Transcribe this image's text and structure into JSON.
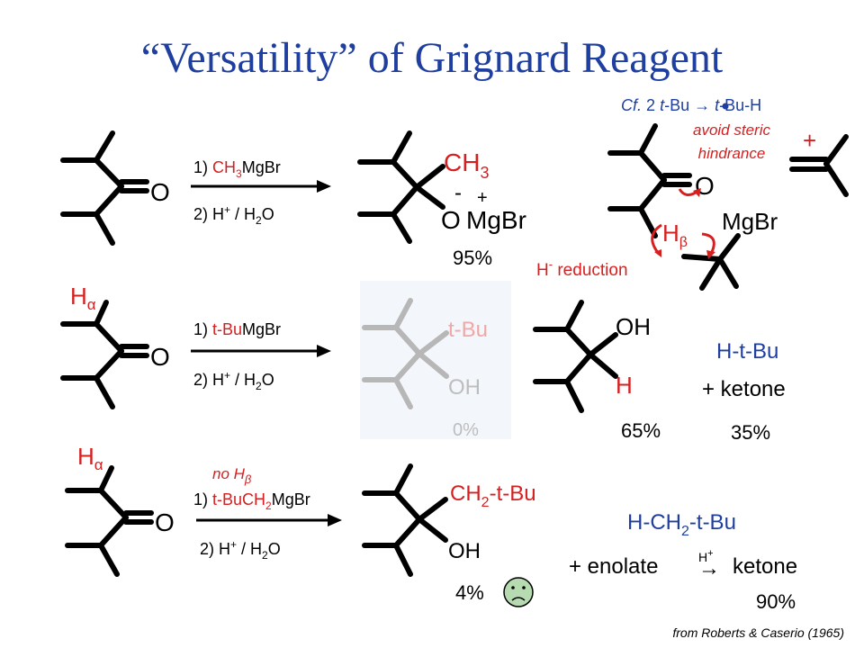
{
  "title": "“Versatility” of Grignard Reagent",
  "row1": {
    "reagent_prefix": "1) ",
    "reagent_ch": "CH",
    "reagent_sub": "3",
    "reagent_suffix": "MgBr",
    "step2_prefix": "2) H",
    "step2_sup": "+",
    "step2_mid": " / H",
    "step2_sub": "2",
    "step2_suffix": "O",
    "ketone_o": "O",
    "product_ch": "CH",
    "product_sub": "3",
    "product_minus": "-",
    "product_plus": "+",
    "product_o": "O",
    "product_mgbr": "MgBr",
    "yield": "95%"
  },
  "mechanism": {
    "cf_prefix": "Cf.",
    "cf_text1": "2",
    "cf_tbu": "t",
    "cf_text2": "-Bu",
    "cf_arrow": "→",
    "cf_t": "t",
    "cf_text3": "-Bu-H",
    "note_line1": "avoid steric",
    "note_line2": "hindrance",
    "plus": "+",
    "o": "O",
    "h": "H",
    "h_sub": "β",
    "mgbr": "MgBr",
    "reduction_h": "H",
    "reduction_sup": "-",
    "reduction_text": " reduction"
  },
  "row2": {
    "h_alpha": "H",
    "alpha": "α",
    "ketone_o": "O",
    "reagent_prefix": "1) ",
    "reagent_red": "t-Bu",
    "reagent_suffix": "MgBr",
    "step2_prefix": "2) H",
    "step2_sup": "+",
    "step2_mid": " / H",
    "step2_sub": "2",
    "step2_suffix": "O",
    "faded_tbu": "t-Bu",
    "faded_oh": "OH",
    "faded_yield": "0%",
    "product_oh": "OH",
    "product_h": "H",
    "yield": "65%",
    "side_product": "H-t-Bu",
    "side_ketone": "+ ketone",
    "side_yield": "35%"
  },
  "row3": {
    "h_alpha": "H",
    "alpha": "α",
    "ketone_o": "O",
    "no_h": "no H",
    "no_h_sub": "β",
    "reagent_prefix": "1) ",
    "reagent_red_a": "t-BuCH",
    "reagent_sub": "2",
    "reagent_suffix": "MgBr",
    "step2_prefix": "2) H",
    "step2_sup": "+",
    "step2_mid": " / H",
    "step2_sub": "2",
    "step2_suffix": "O",
    "product_ch": "CH",
    "product_sub": "2",
    "product_suffix": "-t-Bu",
    "product_oh": "OH",
    "yield": "4%",
    "side_h": "H-CH",
    "side_sub": "2",
    "side_suffix": "-t-Bu",
    "enolate": "+ enolate",
    "arrow_label": "H",
    "arrow_sup": "+",
    "arrow": "→",
    "ketone": "ketone",
    "side_yield": "90%"
  },
  "citation": "from Roberts & Caserio (1965)",
  "colors": {
    "title": "#1f3fa0",
    "red": "#d62020",
    "blue": "#1f3fa0",
    "faded": "#b7b7b7",
    "face": "#b7dbb0"
  }
}
